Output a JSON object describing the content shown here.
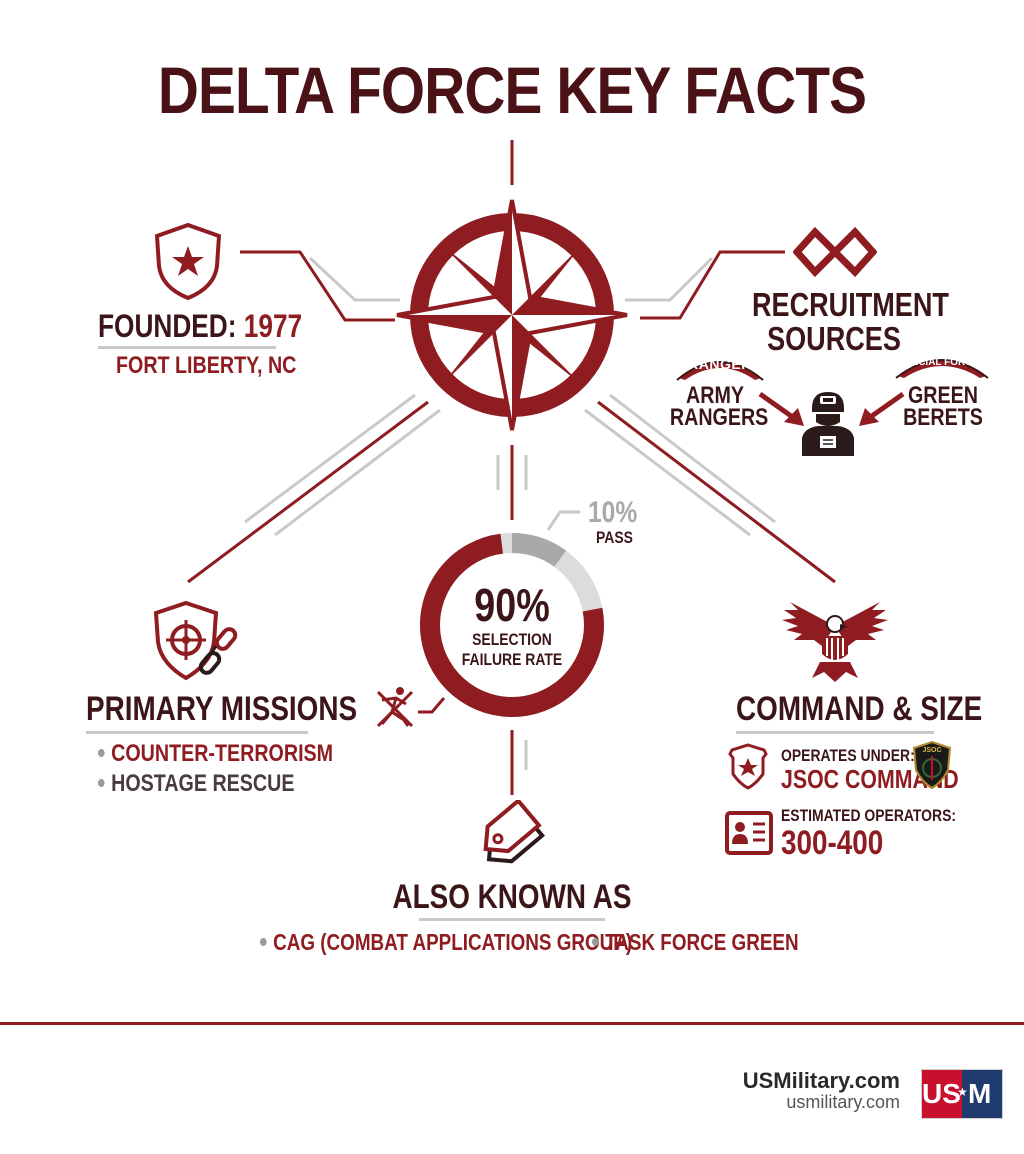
{
  "title": "DELTA FORCE KEY FACTS",
  "founded": {
    "label": "FOUNDED:",
    "year": "1977",
    "location": "FORT LIBERTY, NC"
  },
  "recruitment": {
    "heading_line1": "RECRUITMENT",
    "heading_line2": "SOURCES",
    "left_tab": "RANGER",
    "left_line1": "ARMY",
    "left_line2": "RANGERS",
    "right_tab": "SPECIAL FORCES",
    "right_line1": "GREEN",
    "right_line2": "BERETS"
  },
  "selection": {
    "fail_percent_text": "90%",
    "line1": "SELECTION",
    "line2": "FAILURE RATE",
    "pass_percent_text": "10%",
    "pass_label": "PASS",
    "fail_fraction": 0.9,
    "pass_fraction": 0.1
  },
  "missions": {
    "heading": "PRIMARY MISSIONS",
    "items": [
      "COUNTER-TERRORISM",
      "HOSTAGE RESCUE"
    ]
  },
  "command": {
    "heading": "COMMAND & SIZE",
    "operates_label": "OPERATES UNDER:",
    "operates_value": "JSOC COMMAND",
    "badge_text": "JSOC",
    "operators_label": "ESTIMATED OPERATORS:",
    "operators_value": "300-400"
  },
  "aka": {
    "heading": "ALSO KNOWN AS",
    "items": [
      "CAG (COMBAT APPLICATIONS GROUP)",
      "TASK FORCE GREEN"
    ]
  },
  "brand": {
    "name": "USMilitary.com",
    "url": "usmilitary.com",
    "logo_left": "US",
    "logo_right": "M",
    "logo_star": "★"
  },
  "colors": {
    "primary_red": "#8f1c20",
    "dark_maroon": "#4a1216",
    "gray": "#c9c9c9",
    "logo_red": "#c8102e",
    "logo_blue": "#1f3a6d"
  }
}
